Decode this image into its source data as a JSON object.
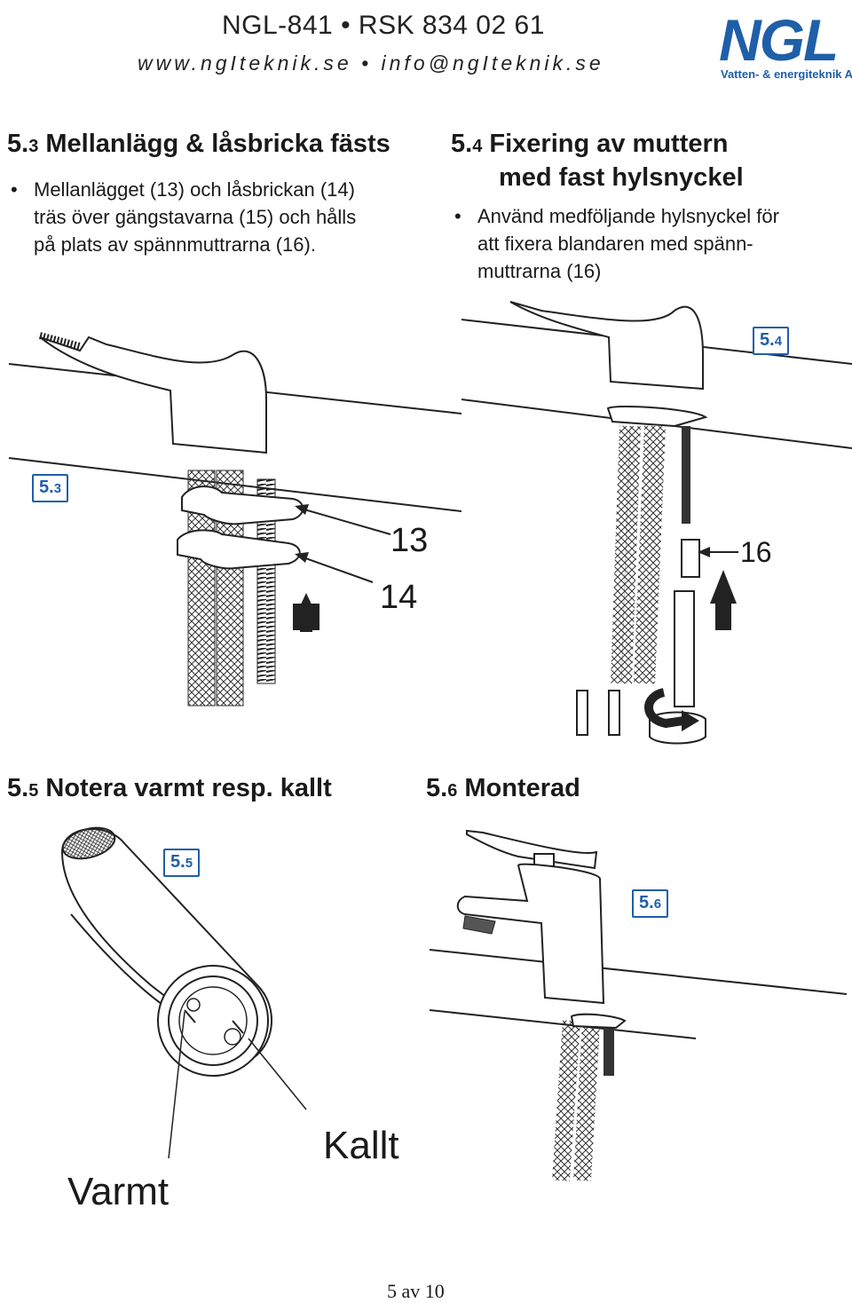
{
  "header": {
    "code_line": "NGL-841 • RSK 834 02 61",
    "web_line": "www.ngIteknik.se • info@ngIteknik.se",
    "logo_text": "NGL",
    "logo_tagline": "Vatten- & energiteknik AB",
    "brand_color": "#1f5fa8"
  },
  "step_53": {
    "num_major": "5.",
    "num_minor": "3",
    "title": "Mellanlägg & låsbricka fästs",
    "bullet_line1": "Mellanlägget (13) och låsbrickan (14)",
    "bullet_line2": "träs över gängstavarna (15) och hålls",
    "bullet_line3": "på plats av spännmuttrarna (16).",
    "badge_major": "5.",
    "badge_minor": "3",
    "callout_13": "13",
    "callout_14": "14"
  },
  "step_54": {
    "num_major": "5.",
    "num_minor": "4",
    "title_line1": "Fixering av muttern",
    "title_line2": "med fast hylsnyckel",
    "bullet_line1": "Använd medföljande hylsnyckel för",
    "bullet_line2": "att fixera blandaren med spänn-",
    "bullet_line3": "muttrarna (16)",
    "badge_major": "5.",
    "badge_minor": "4",
    "callout_16": "16"
  },
  "step_55": {
    "num_major": "5.",
    "num_minor": "5",
    "title": "Notera varmt resp. kallt",
    "badge_major": "5.",
    "badge_minor": "5",
    "label_warm": "Varmt",
    "label_cold": "Kallt"
  },
  "step_56": {
    "num_major": "5.",
    "num_minor": "6",
    "title": "Monterad",
    "badge_major": "5.",
    "badge_minor": "6"
  },
  "footer": {
    "page": "5 av 10"
  }
}
